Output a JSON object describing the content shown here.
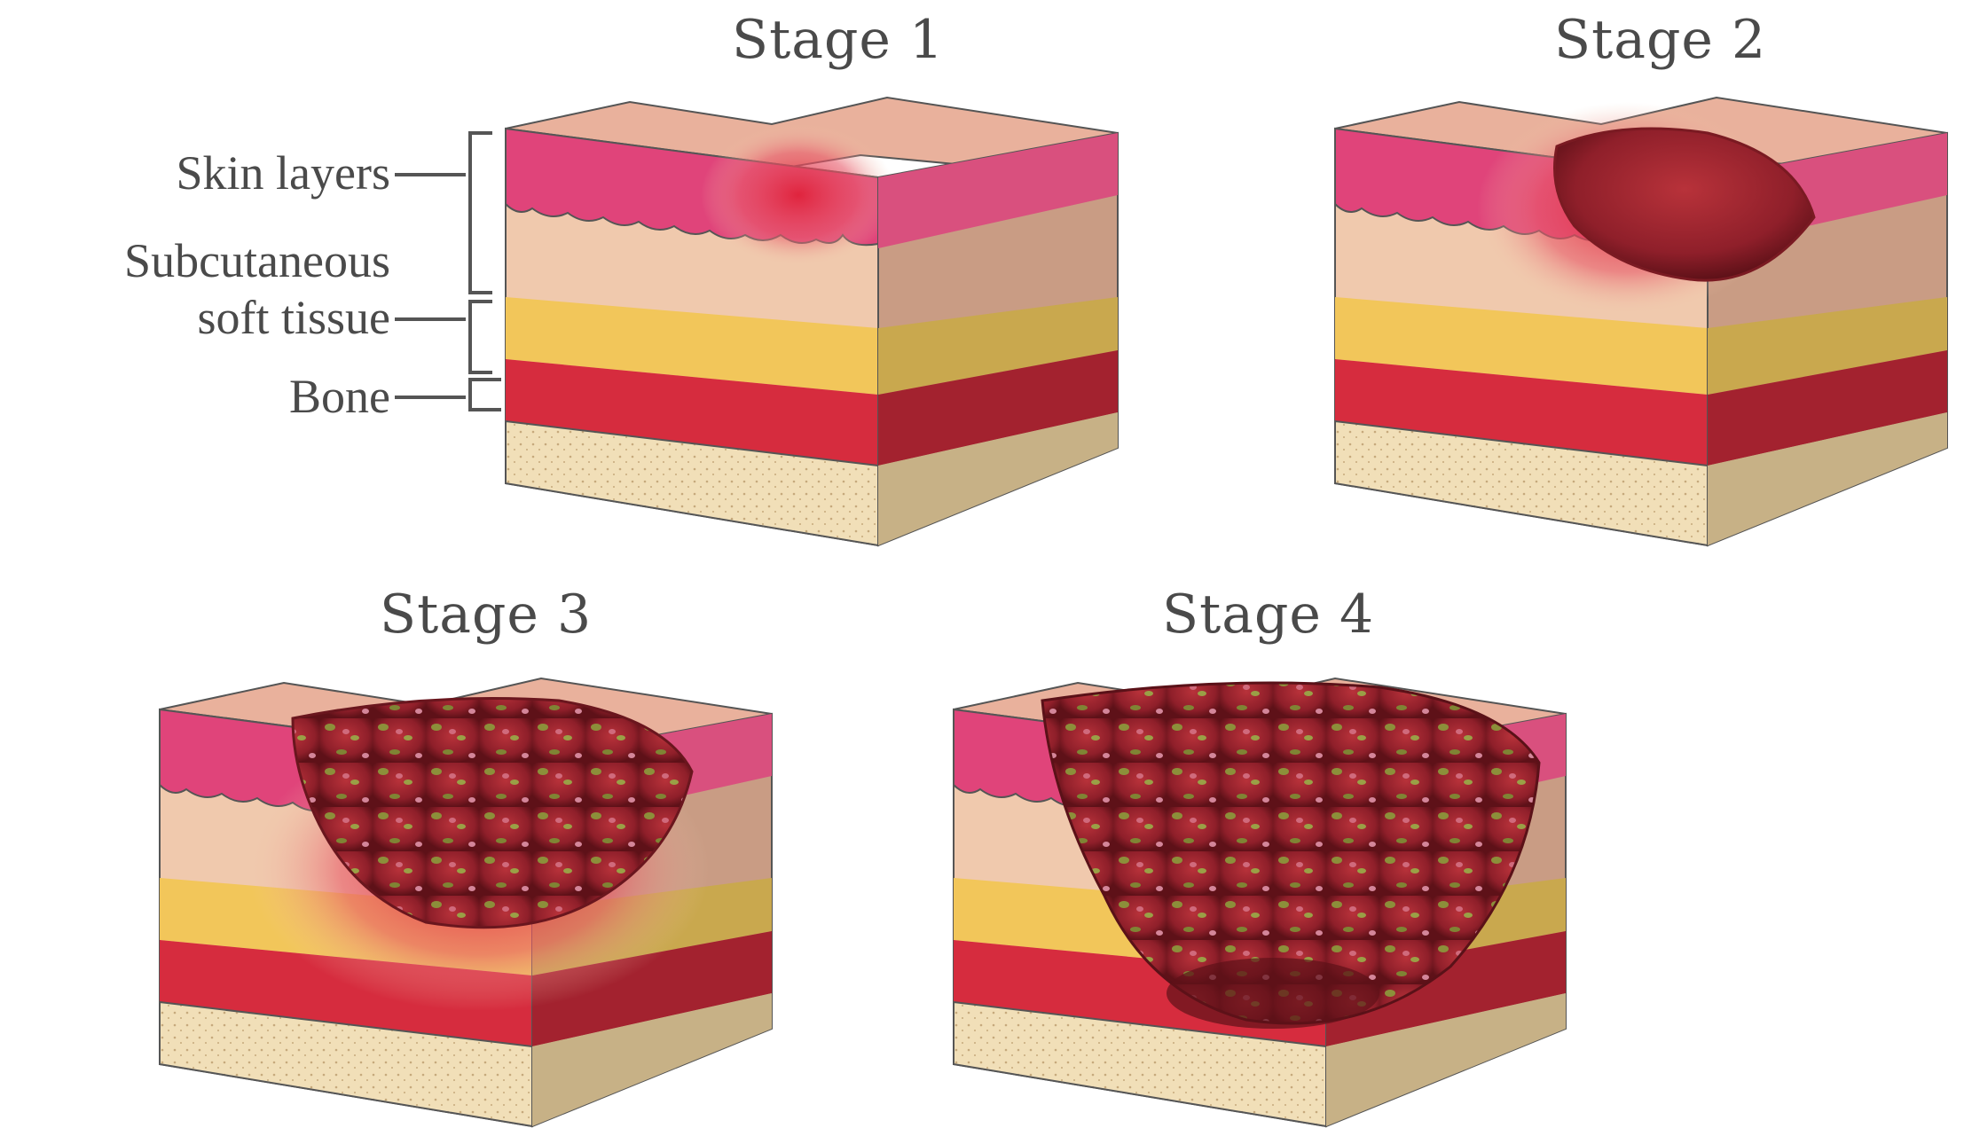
{
  "stages": [
    {
      "title": "Stage 1"
    },
    {
      "title": "Stage 2"
    },
    {
      "title": "Stage 3"
    },
    {
      "title": "Stage 4"
    }
  ],
  "labels": {
    "skin_layers": "Skin layers",
    "subcutaneous_line1": "Subcutaneous",
    "subcutaneous_line2": "soft tissue",
    "bone": "Bone"
  },
  "colors": {
    "skin_top": "#e9b19c",
    "dermis": "#f0c9ad",
    "epidermis": "#e0447a",
    "fat": "#f2c65a",
    "muscle": "#d62c3e",
    "bone": "#f1dfb8",
    "side_dark": "#c99c84",
    "wound": "#a8242e",
    "slough": "#8c8f3a",
    "text": "#4a4a4a"
  }
}
